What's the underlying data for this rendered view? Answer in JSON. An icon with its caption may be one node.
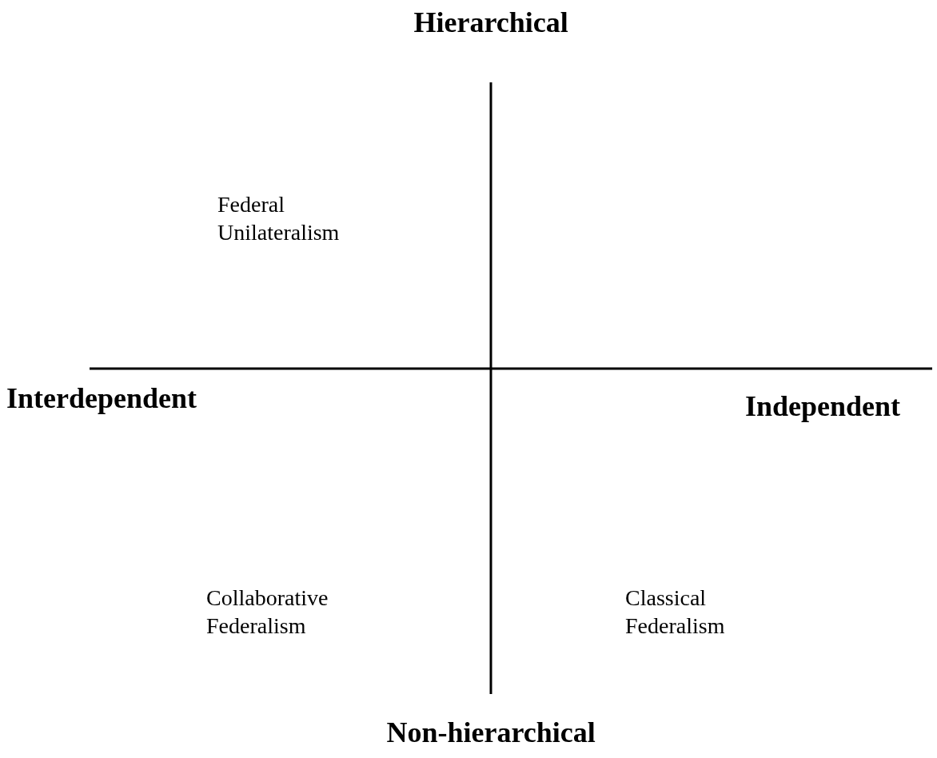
{
  "diagram": {
    "labels": [
      "Hierarchical",
      "Federal Unilateralism",
      "Interdependent",
      "Independent",
      "Collaborative Federalism",
      "Classical Federalism",
      "Non-hierarchical"
    ]
  }
}
